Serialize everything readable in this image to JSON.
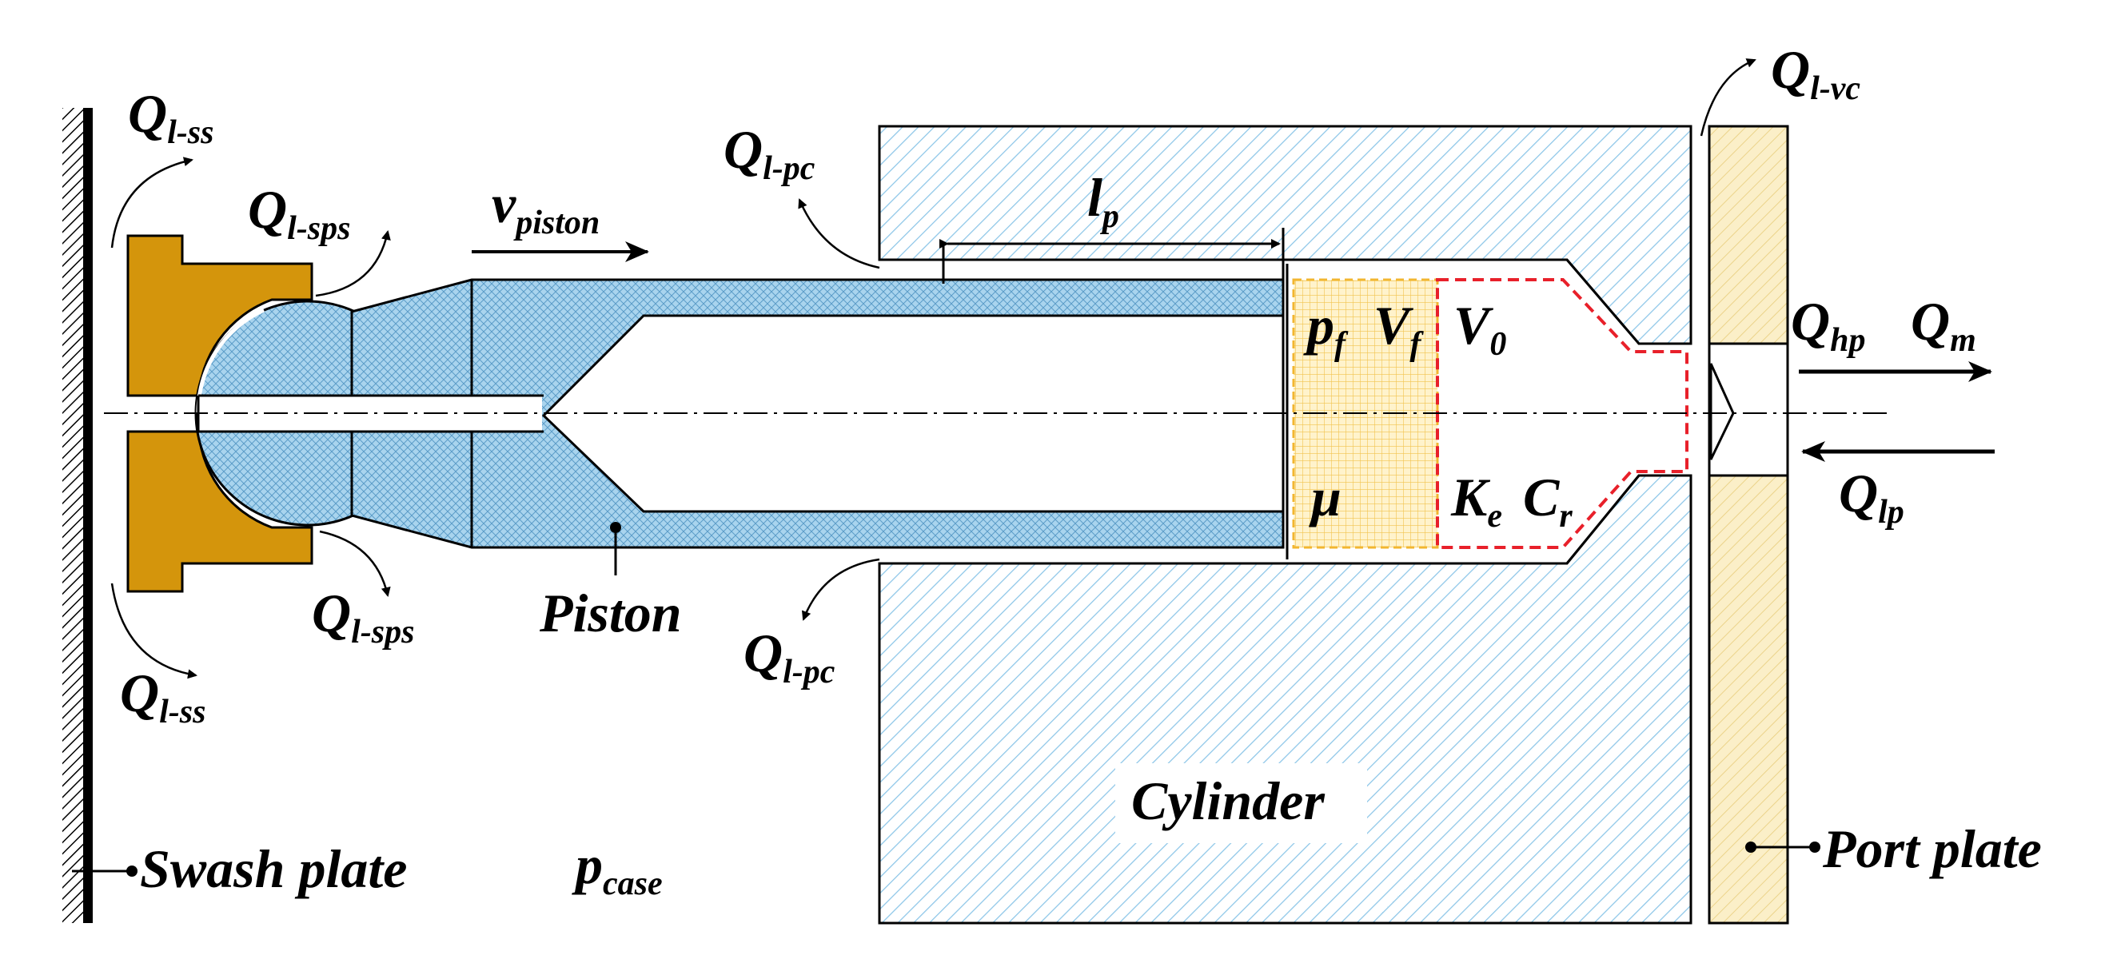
{
  "labels": {
    "q_l_ss": {
      "main": "Q",
      "sub": "l-ss"
    },
    "q_l_sps": {
      "main": "Q",
      "sub": "l-sps"
    },
    "q_l_pc": {
      "main": "Q",
      "sub": "l-pc"
    },
    "q_l_vc": {
      "main": "Q",
      "sub": "l-vc"
    },
    "q_hp": {
      "main": "Q",
      "sub": "hp"
    },
    "q_m": {
      "main": "Q",
      "sub": "m"
    },
    "q_lp": {
      "main": "Q",
      "sub": "lp"
    },
    "v_piston": {
      "main": "v",
      "sub": "piston"
    },
    "l_p": {
      "main": "l",
      "sub": "p"
    },
    "p_f": {
      "main": "p",
      "sub": "f"
    },
    "v_f": {
      "main": "V",
      "sub": "f"
    },
    "v_0": {
      "main": "V",
      "sub": "0"
    },
    "mu": "μ",
    "k_e": {
      "main": "K",
      "sub": "e"
    },
    "c_r": {
      "main": "C",
      "sub": "r"
    },
    "p_case": {
      "main": "p",
      "sub": "case"
    },
    "piston": "Piston",
    "cylinder": "Cylinder",
    "swash_plate": "Swash plate",
    "port_plate": "Port plate"
  },
  "colors": {
    "slipper": "#D4950C",
    "piston_fill": "#A9D4EE",
    "cylinder_hatch": "#8CC6E8",
    "port_plate": "#F7E6B2",
    "fluid_volume": "#F9D878",
    "chamber_outline": "#E8202A",
    "ink": "#000000"
  }
}
